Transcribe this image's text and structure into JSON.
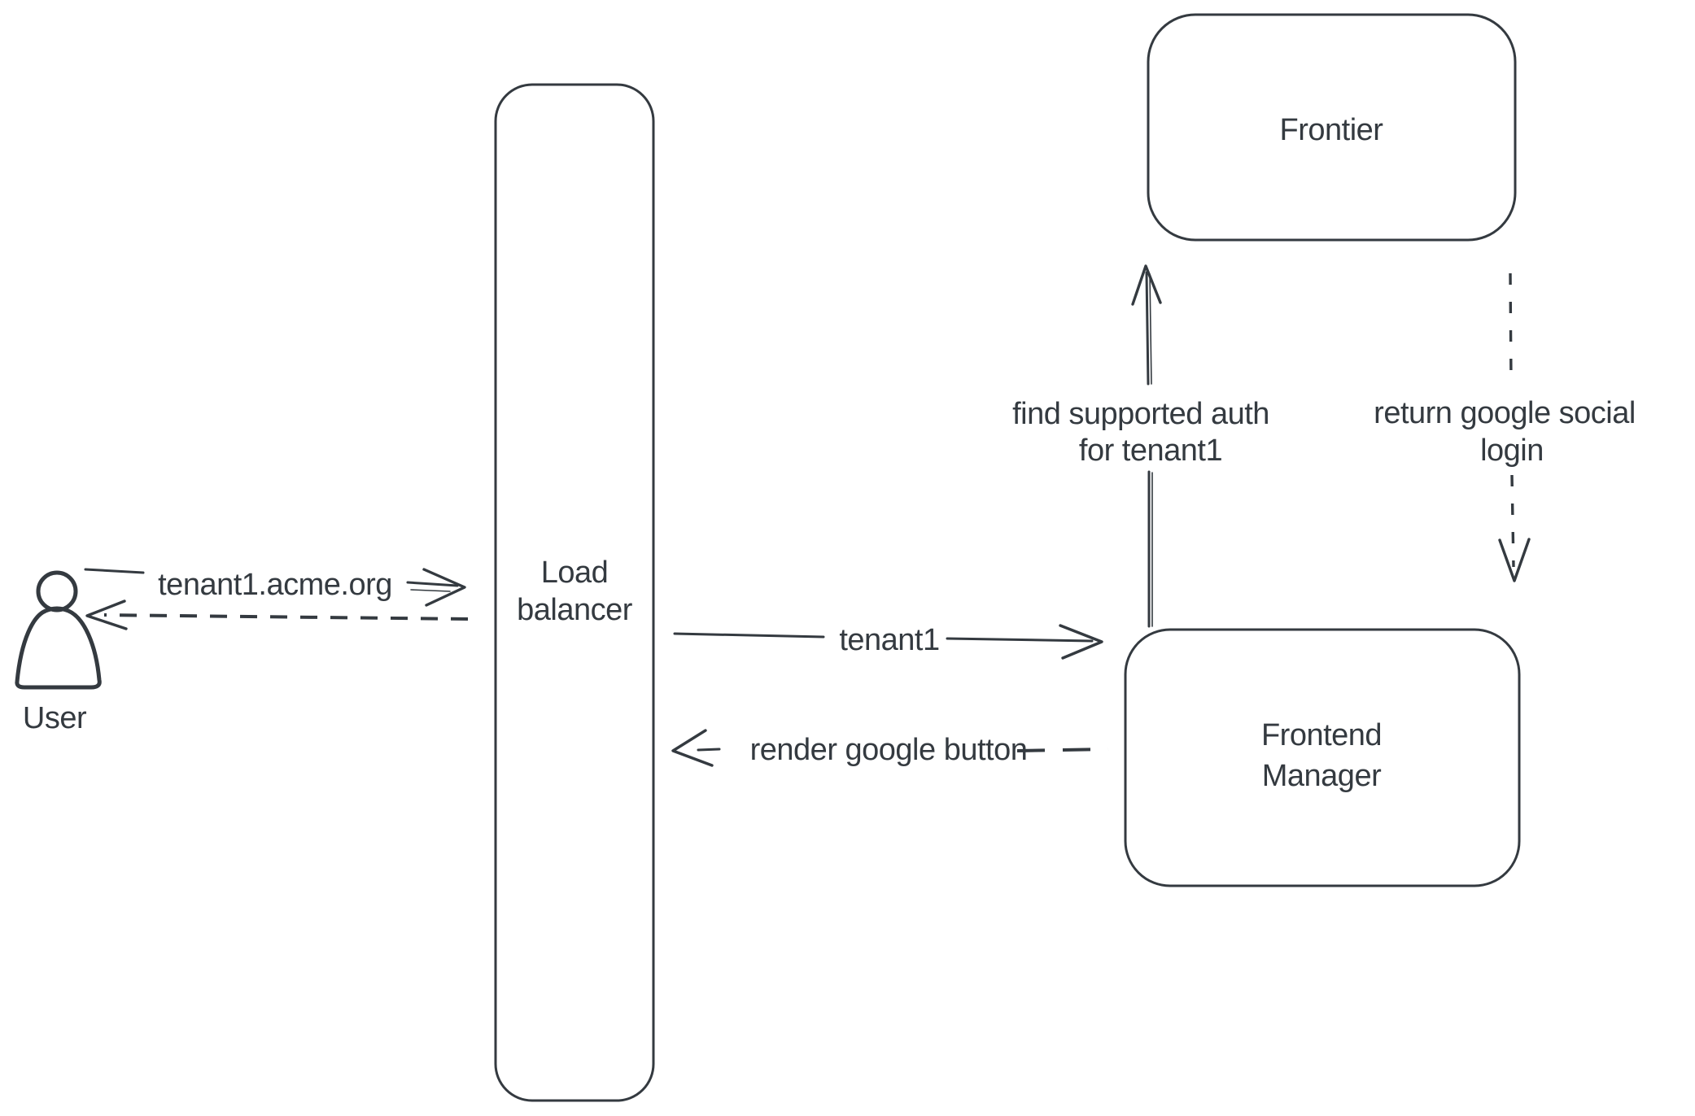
{
  "nodes": {
    "user": {
      "label": "User"
    },
    "load_balancer": {
      "line1": "Load",
      "line2": "balancer"
    },
    "frontier": {
      "label": "Frontier"
    },
    "frontend_manager": {
      "line1": "Frontend",
      "line2": "Manager"
    }
  },
  "edges": {
    "user_to_load_balancer": {
      "label": "tenant1.acme.org",
      "style": "solid",
      "direction": "right"
    },
    "load_balancer_to_user": {
      "label": "",
      "style": "dashed",
      "direction": "left"
    },
    "load_balancer_to_frontend_manager": {
      "label": "tenant1",
      "style": "solid",
      "direction": "right"
    },
    "frontend_manager_to_load_balancer": {
      "label": "render google button",
      "style": "dashed",
      "direction": "left"
    },
    "frontend_manager_to_frontier": {
      "line1": "find supported auth",
      "line2": "for tenant1",
      "style": "solid",
      "direction": "up"
    },
    "frontier_to_frontend_manager": {
      "line1": "return google social",
      "line2": "login",
      "style": "dashed",
      "direction": "down"
    }
  },
  "colors": {
    "stroke": "#343a40",
    "hatch_fill": "#ccd4de",
    "background": "#ffffff"
  }
}
